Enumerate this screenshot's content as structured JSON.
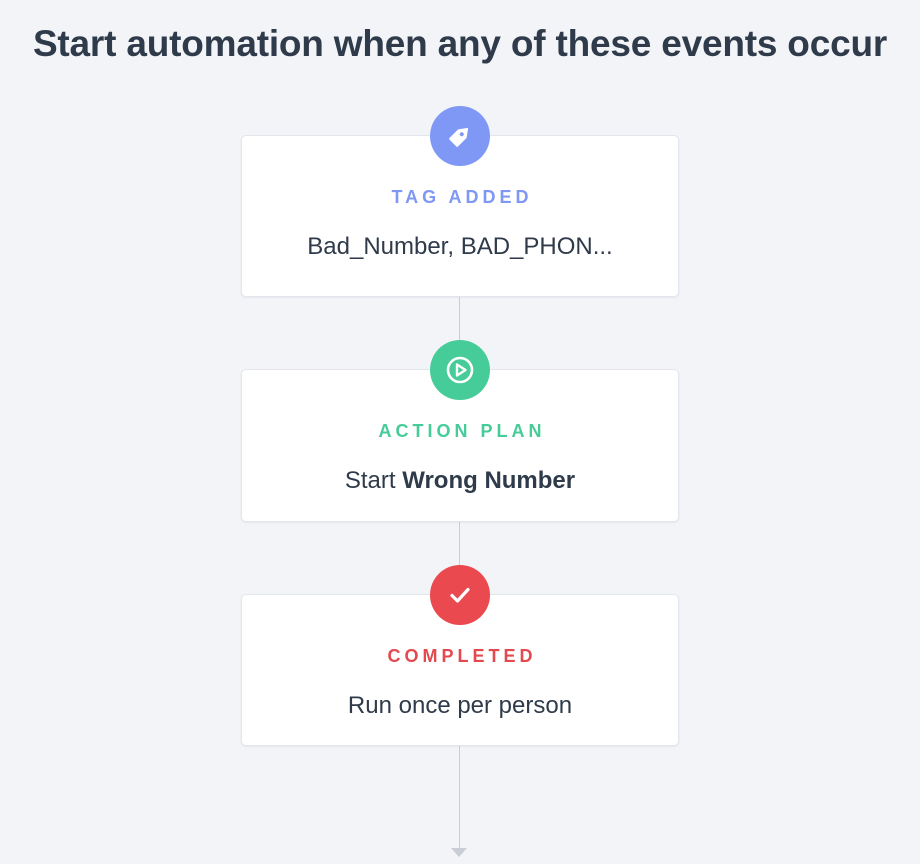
{
  "page": {
    "title": "Start automation when any of these events occur"
  },
  "steps": [
    {
      "type_label": "TAG ADDED",
      "icon": "tag-icon",
      "color": "#7f98f6",
      "detail": "Bad_Number, BAD_PHON..."
    },
    {
      "type_label": "ACTION PLAN",
      "icon": "play-circle-icon",
      "color": "#46cc98",
      "detail_prefix": "Start",
      "detail_emphasis": "Wrong Number"
    },
    {
      "type_label": "COMPLETED",
      "icon": "check-icon",
      "color": "#e34a4f",
      "detail": "Run once per person"
    }
  ]
}
